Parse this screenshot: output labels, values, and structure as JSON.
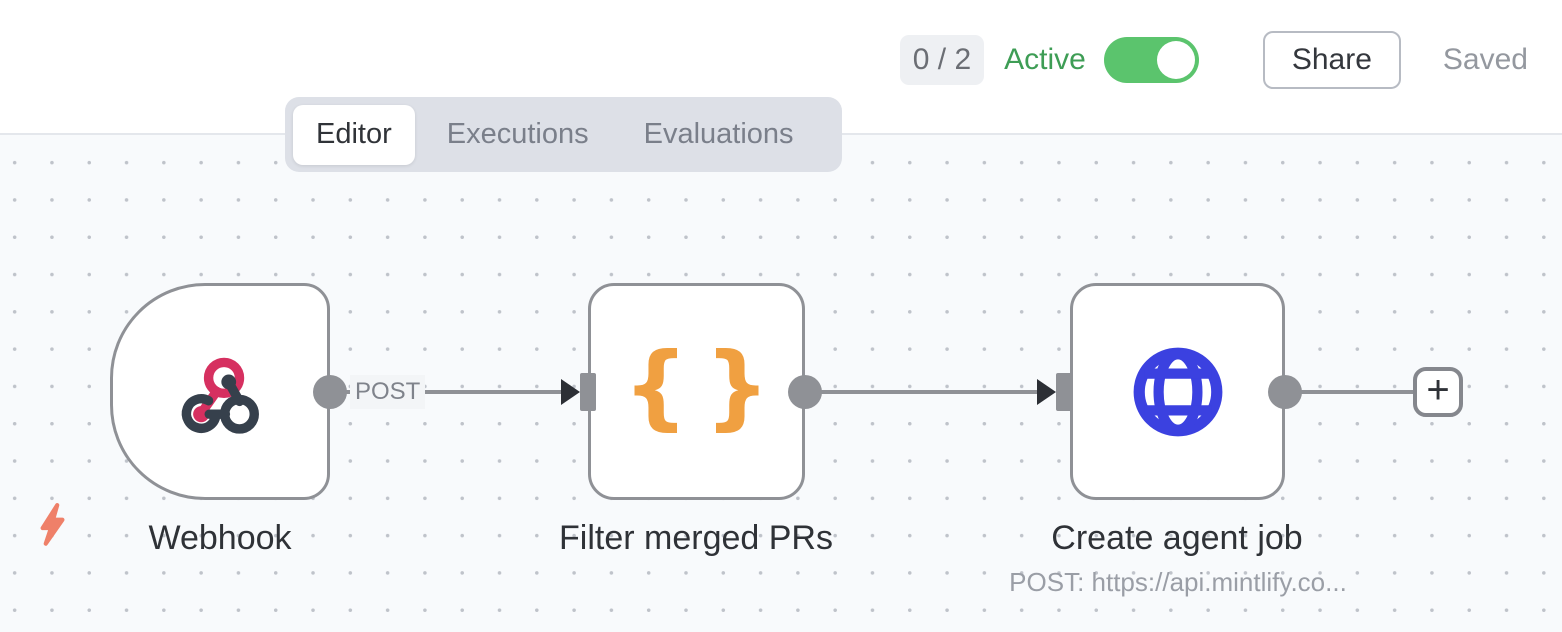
{
  "header": {
    "counter_badge": "0 / 2",
    "active_label": "Active",
    "toggle_state": "on",
    "share_label": "Share",
    "saved_label": "Saved"
  },
  "tabs": {
    "items": [
      {
        "label": "Editor",
        "active": true
      },
      {
        "label": "Executions",
        "active": false
      },
      {
        "label": "Evaluations",
        "active": false
      }
    ]
  },
  "canvas": {
    "nodes": [
      {
        "name": "Webhook",
        "type": "webhook-trigger",
        "icon": "webhook-icon",
        "output_label": "POST"
      },
      {
        "name": "Filter merged PRs",
        "type": "code",
        "icon": "curly-braces-icon"
      },
      {
        "name": "Create agent job",
        "type": "http-request",
        "icon": "globe-icon",
        "subtitle": "POST: https://api.mintlify.co..."
      }
    ],
    "add_button_label": "+",
    "braces_open": "{",
    "braces_close": "}"
  },
  "colors": {
    "active_green": "#3e9d55",
    "toggle_green": "#5bc46d",
    "node_border_gray": "#8f9196",
    "connector_gray": "#8f9196",
    "webhook_crimson": "#d63060",
    "webhook_slate": "#36404c",
    "braces_orange": "#f0a041",
    "globe_blue": "#3b41e0",
    "lightning_salmon": "#ef8069",
    "canvas_bg": "#f8fafc"
  }
}
